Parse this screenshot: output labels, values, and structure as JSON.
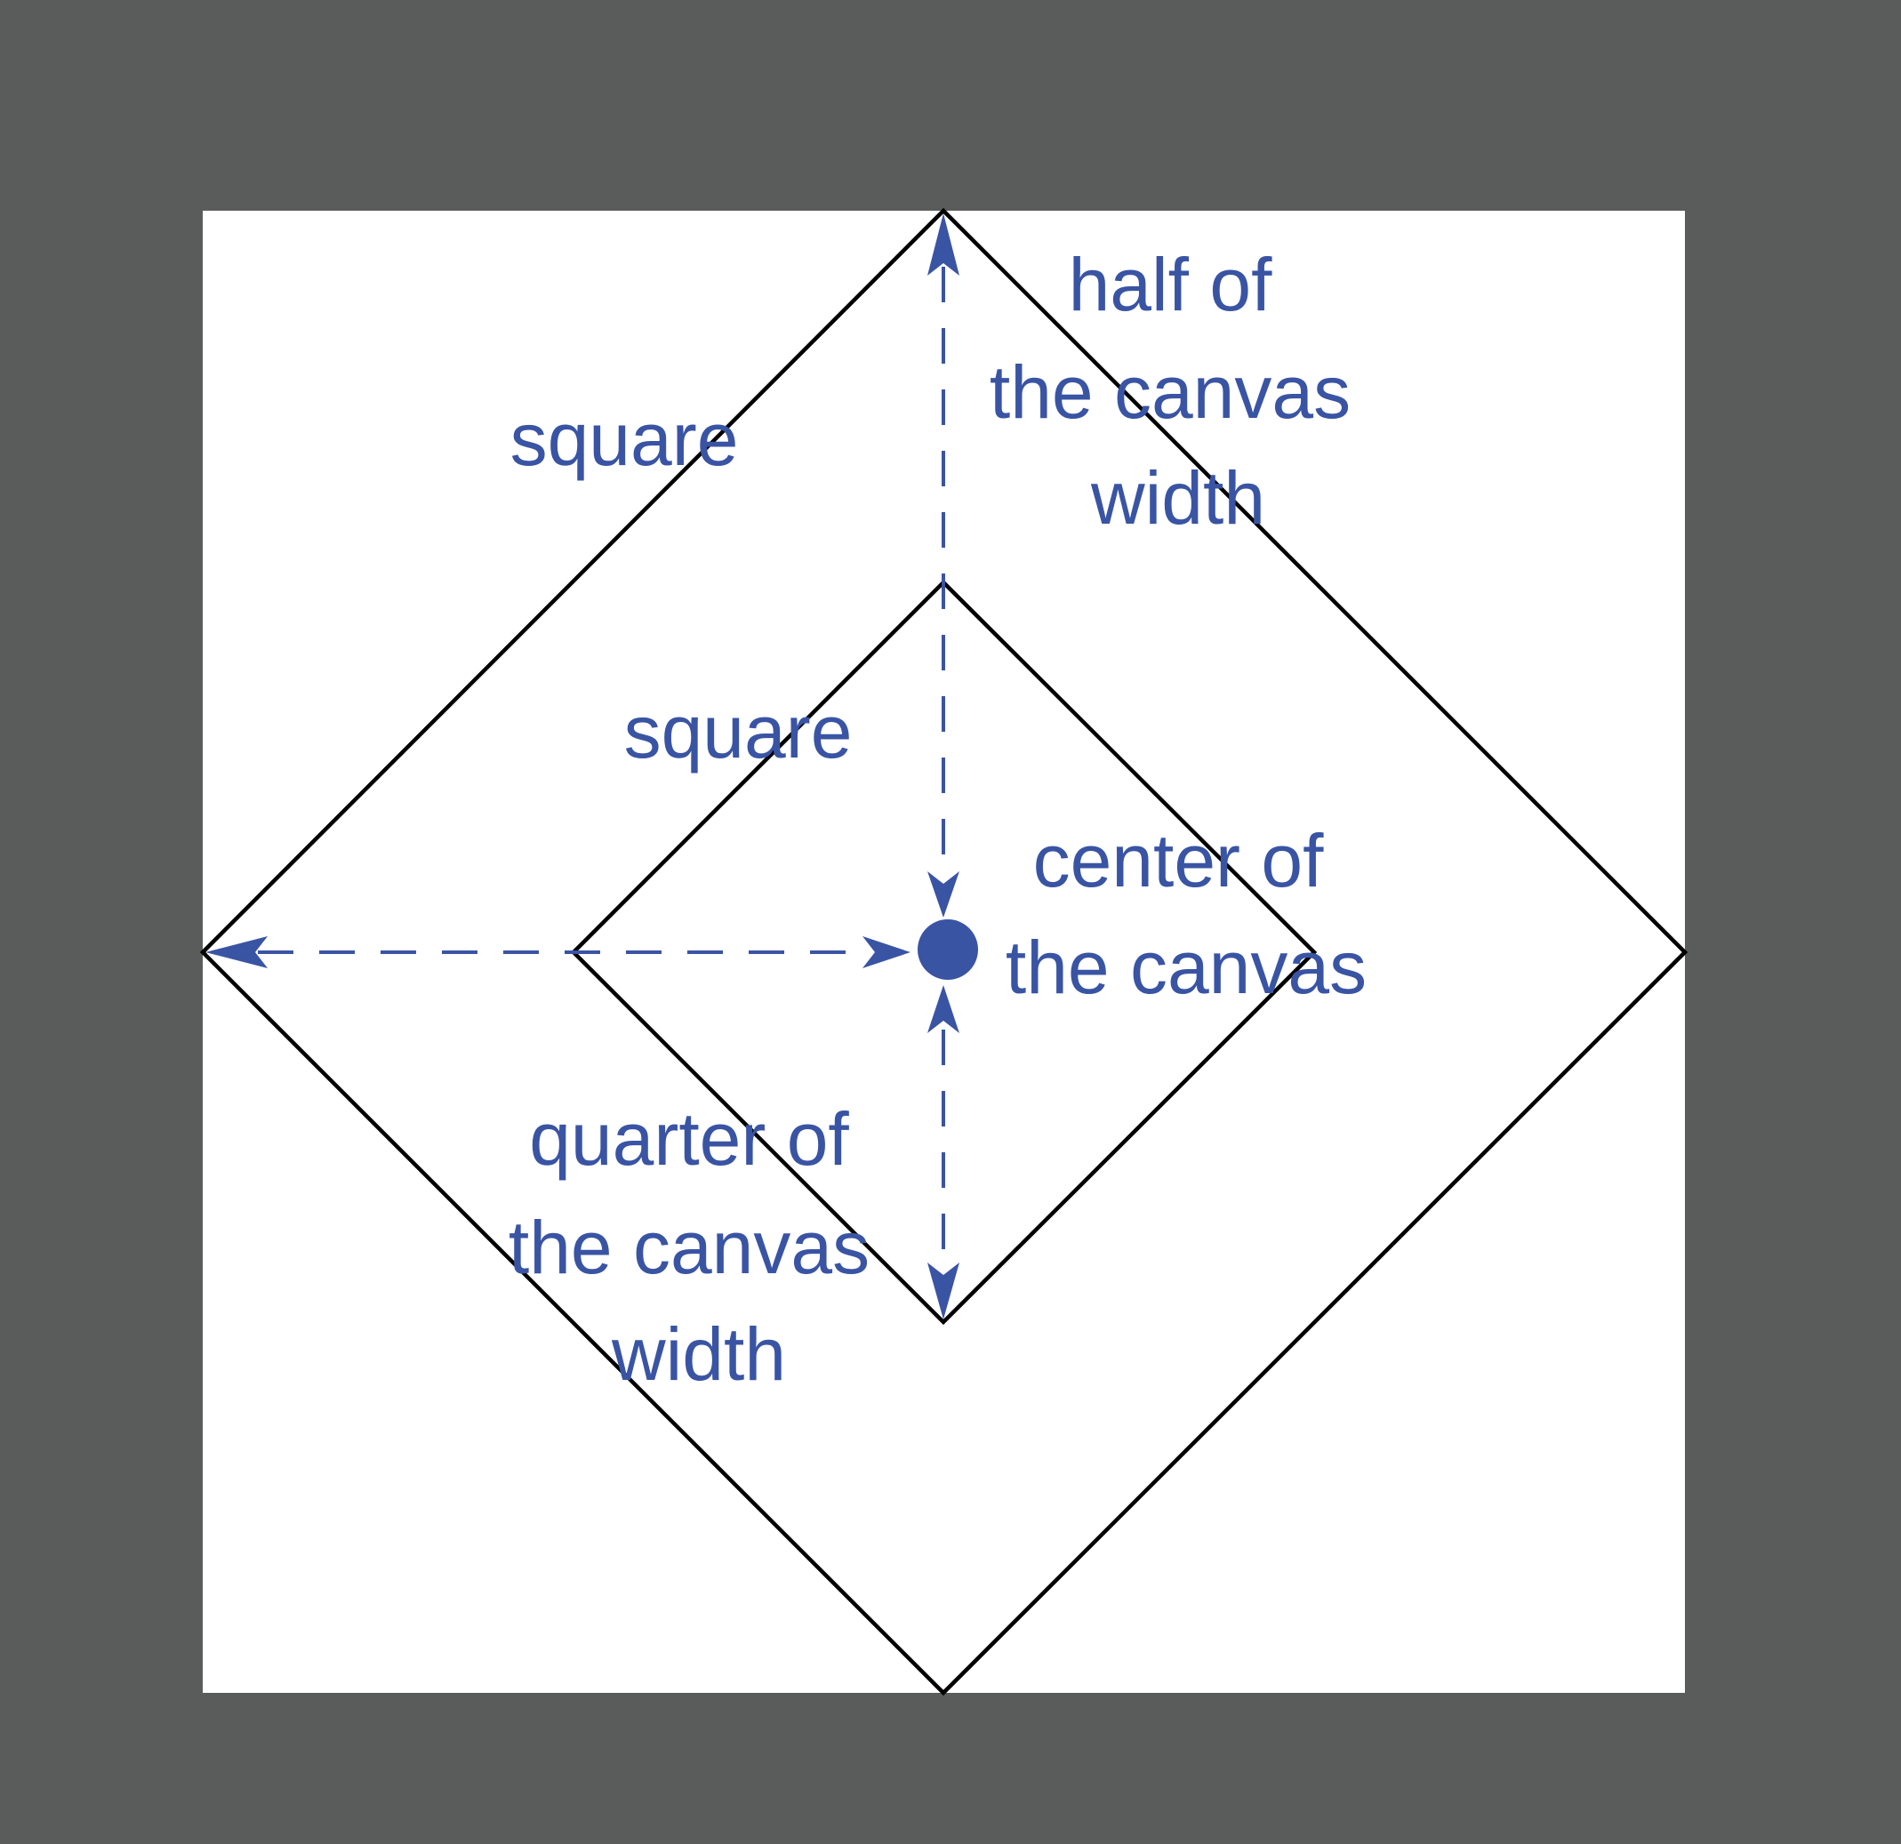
{
  "colors": {
    "background": "#5a5c5b",
    "canvas": "#ffffff",
    "annotation": "#3a54a4",
    "outline": "#000000"
  },
  "labels": {
    "outer_square": "square",
    "inner_square": "square",
    "half_width": [
      "half of",
      "the canvas",
      "width"
    ],
    "center": [
      "center of",
      "the canvas"
    ],
    "quarter_width": [
      "quarter of",
      "the canvas",
      "width"
    ]
  }
}
